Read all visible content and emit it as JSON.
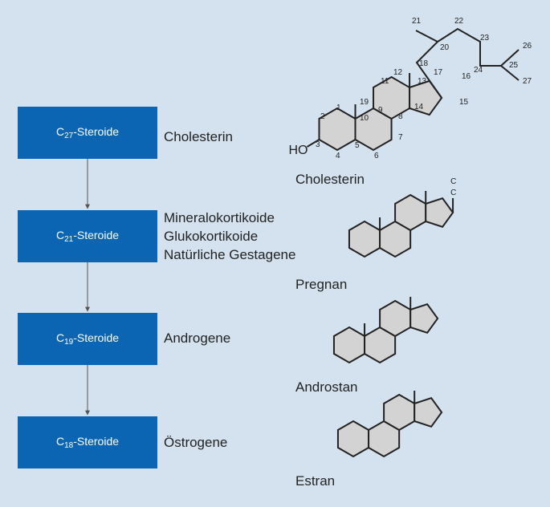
{
  "groups": [
    {
      "prefix": "C",
      "sub": "27",
      "suffix": "-Steroide",
      "descriptions": [
        "Cholesterin"
      ],
      "structure_name": "Cholesterin"
    },
    {
      "prefix": "C",
      "sub": "21",
      "suffix": "-Steroide",
      "descriptions": [
        "Mineralokortikoide",
        "Glukokortikoide",
        "Natürliche Gestagene"
      ],
      "structure_name": "Pregnan"
    },
    {
      "prefix": "C",
      "sub": "19",
      "suffix": "-Steroide",
      "descriptions": [
        "Androgene"
      ],
      "structure_name": "Androstan"
    },
    {
      "prefix": "C",
      "sub": "18",
      "suffix": "-Steroide",
      "descriptions": [
        "Östrogene"
      ],
      "structure_name": "Estran"
    }
  ],
  "cholesterol": {
    "hydroxyl_label": "HO",
    "atom_numbers": [
      "1",
      "2",
      "3",
      "4",
      "5",
      "6",
      "7",
      "8",
      "9",
      "10",
      "11",
      "12",
      "13",
      "14",
      "15",
      "16",
      "17",
      "18",
      "19",
      "20",
      "21",
      "22",
      "23",
      "24",
      "25",
      "26",
      "27"
    ]
  },
  "pregnan_side_chain": [
    "C",
    "C"
  ],
  "colors": {
    "background": "#d4e2ef",
    "box": "#0b65b3",
    "ring_fill": "#d3d3d3",
    "arrow": "#555555"
  }
}
